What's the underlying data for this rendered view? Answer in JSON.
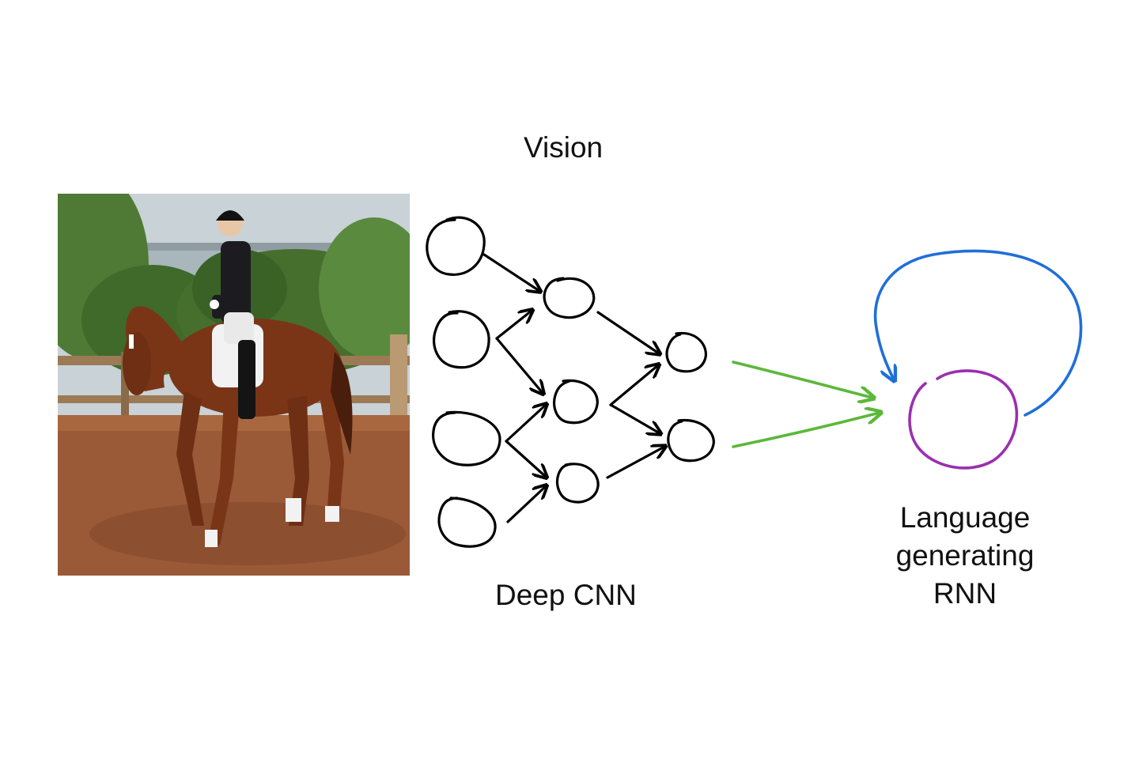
{
  "labels": {
    "vision": "Vision",
    "deep_cnn": "Deep CNN",
    "rnn_lines": [
      "Language",
      "generating",
      "RNN"
    ]
  },
  "colors": {
    "text": "#111111",
    "cnn_strokes": "#000000",
    "feature_arrows": "#5cb83a",
    "recurrent_loop": "#1f6fd8",
    "rnn_node": "#9b2fb0",
    "background": "#ffffff"
  },
  "photo": {
    "subject": "rider on a chestnut horse in a dressage arena"
  },
  "network": {
    "cnn_layers": [
      4,
      3,
      2
    ],
    "rnn_nodes": 1
  }
}
